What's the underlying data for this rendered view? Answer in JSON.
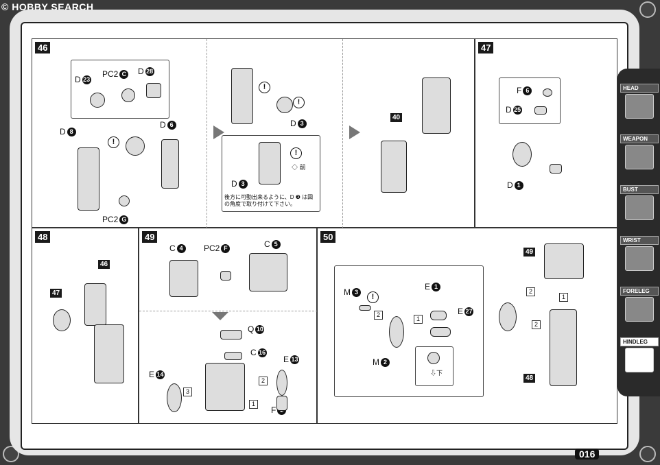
{
  "header": {
    "logo_text": "HOBBY SEARCH",
    "logo_mark": "©"
  },
  "page_number": "016",
  "sidebar": {
    "items": [
      {
        "label": "HEAD",
        "active": false
      },
      {
        "label": "WEAPON",
        "active": false
      },
      {
        "label": "BUST",
        "active": false
      },
      {
        "label": "WRIST",
        "active": false
      },
      {
        "label": "FORELEG",
        "active": false
      },
      {
        "label": "HINDLEG",
        "active": true
      }
    ]
  },
  "steps": {
    "s46": {
      "number": "46",
      "d23": "D",
      "d23n": "23",
      "pc2c": "PC2",
      "pc2cn": "C",
      "d28": "D",
      "d28n": "28",
      "d8": "D",
      "d8n": "8",
      "d6": "D",
      "d6n": "6",
      "pc2g": "PC2",
      "pc2gn": "G",
      "sub_d3a": "D",
      "sub_d3an": "3",
      "sub_d3b": "D",
      "sub_d3bn": "3",
      "front": "前",
      "note": "後方に可動出来るように、D ❸ は図の角度で取り付けて下さい。",
      "ref40": "40"
    },
    "s47": {
      "number": "47",
      "f6": "F",
      "f6n": "6",
      "d25": "D",
      "d25n": "25",
      "d1": "D",
      "d1n": "1"
    },
    "s48": {
      "number": "48",
      "ref46": "46",
      "ref47": "47"
    },
    "s49": {
      "number": "49",
      "c4": "C",
      "c4n": "4",
      "pc2f": "PC2",
      "pc2fn": "F",
      "c5": "C",
      "c5n": "5",
      "q10": "Q",
      "q10n": "10",
      "c16": "C",
      "c16n": "16",
      "e13": "E",
      "e13n": "13",
      "e14": "E",
      "e14n": "14",
      "f2": "F",
      "f2n": "2",
      "n1": "1",
      "n2": "2",
      "n3": "3"
    },
    "s50": {
      "number": "50",
      "m3": "M",
      "m3n": "3",
      "e1": "E",
      "e1n": "1",
      "e27": "E",
      "e27n": "27",
      "m2": "M",
      "m2n": "2",
      "down": "下",
      "ref49": "49",
      "ref48": "48",
      "n1": "1",
      "n2": "2"
    }
  }
}
